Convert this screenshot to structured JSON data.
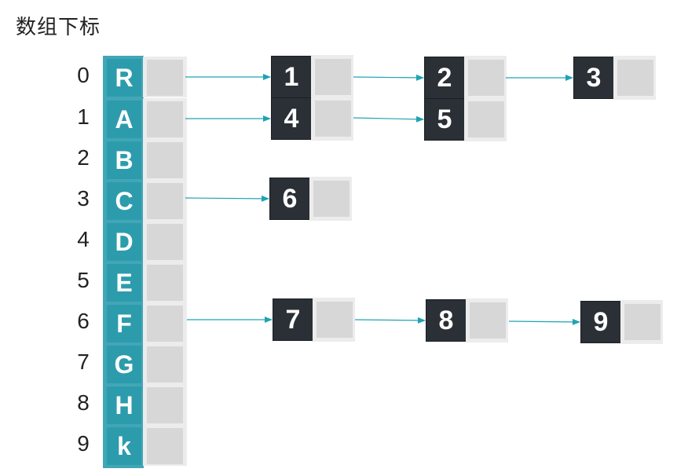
{
  "title": "数组下标",
  "array": [
    {
      "index": "0",
      "label": "R"
    },
    {
      "index": "1",
      "label": "A"
    },
    {
      "index": "2",
      "label": "B"
    },
    {
      "index": "3",
      "label": "C"
    },
    {
      "index": "4",
      "label": "D"
    },
    {
      "index": "5",
      "label": "E"
    },
    {
      "index": "6",
      "label": "F"
    },
    {
      "index": "7",
      "label": "G"
    },
    {
      "index": "8",
      "label": "H"
    },
    {
      "index": "9",
      "label": "k"
    }
  ],
  "chains": [
    {
      "from_index": "0",
      "nodes": [
        "1",
        "2",
        "3"
      ]
    },
    {
      "from_index": "1",
      "nodes": [
        "4",
        "5"
      ]
    },
    {
      "from_index": "3",
      "nodes": [
        "6"
      ]
    },
    {
      "from_index": "6",
      "nodes": [
        "7",
        "8",
        "9"
      ]
    }
  ],
  "colors": {
    "array_cell": "#2c9cac",
    "node": "#2b3036",
    "pointer": "#d7d7d7",
    "arrow": "#1fa3b3"
  }
}
